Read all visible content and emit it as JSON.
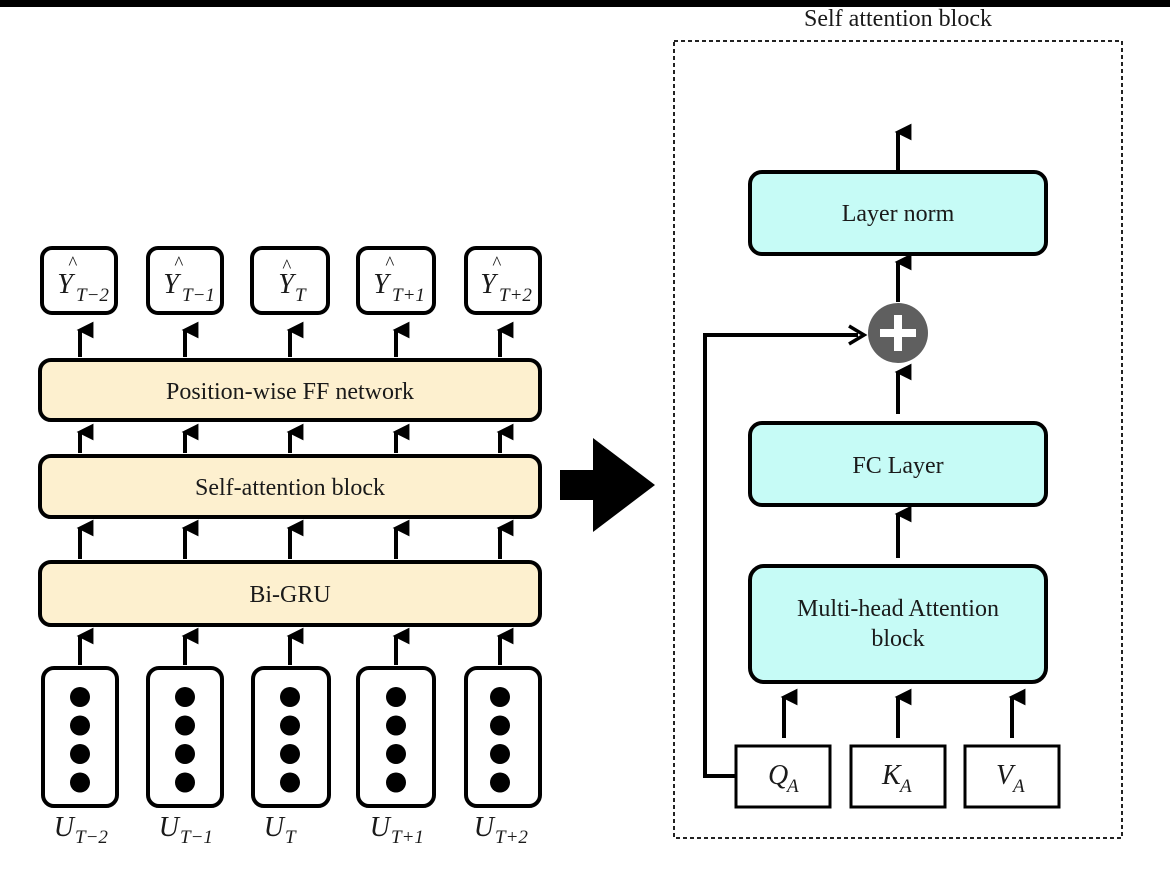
{
  "title": "Self attention block",
  "colors": {
    "left_block_fill": "#fdf0cf",
    "right_block_fill": "#c6fbf6",
    "stroke": "#000000",
    "adder_fill": "#5f5f5f"
  },
  "left": {
    "outputs": [
      {
        "base": "Y",
        "sub": "T−2",
        "hat": "^"
      },
      {
        "base": "Y",
        "sub": "T−1",
        "hat": "^"
      },
      {
        "base": "Y",
        "sub": "T",
        "hat": "^"
      },
      {
        "base": "Y",
        "sub": "T+1",
        "hat": "^"
      },
      {
        "base": "Y",
        "sub": "T+2",
        "hat": "^"
      }
    ],
    "blocks": [
      {
        "label": "Position-wise FF network"
      },
      {
        "label": "Self-attention block"
      },
      {
        "label": "Bi-GRU"
      }
    ],
    "inputs": [
      {
        "base": "U",
        "sub": "T−2"
      },
      {
        "base": "U",
        "sub": "T−1"
      },
      {
        "base": "U",
        "sub": "T"
      },
      {
        "base": "U",
        "sub": "T+1"
      },
      {
        "base": "U",
        "sub": "T+2"
      }
    ],
    "dots_per_input": 4
  },
  "right": {
    "blocks": [
      {
        "label": "Layer norm"
      },
      {
        "label": "FC Layer"
      },
      {
        "label_line1": "Multi-head Attention",
        "label_line2": "block"
      }
    ],
    "adder_symbol": "+",
    "qkv": [
      {
        "base": "Q",
        "sub": "A"
      },
      {
        "base": "K",
        "sub": "A"
      },
      {
        "base": "V",
        "sub": "A"
      }
    ]
  }
}
